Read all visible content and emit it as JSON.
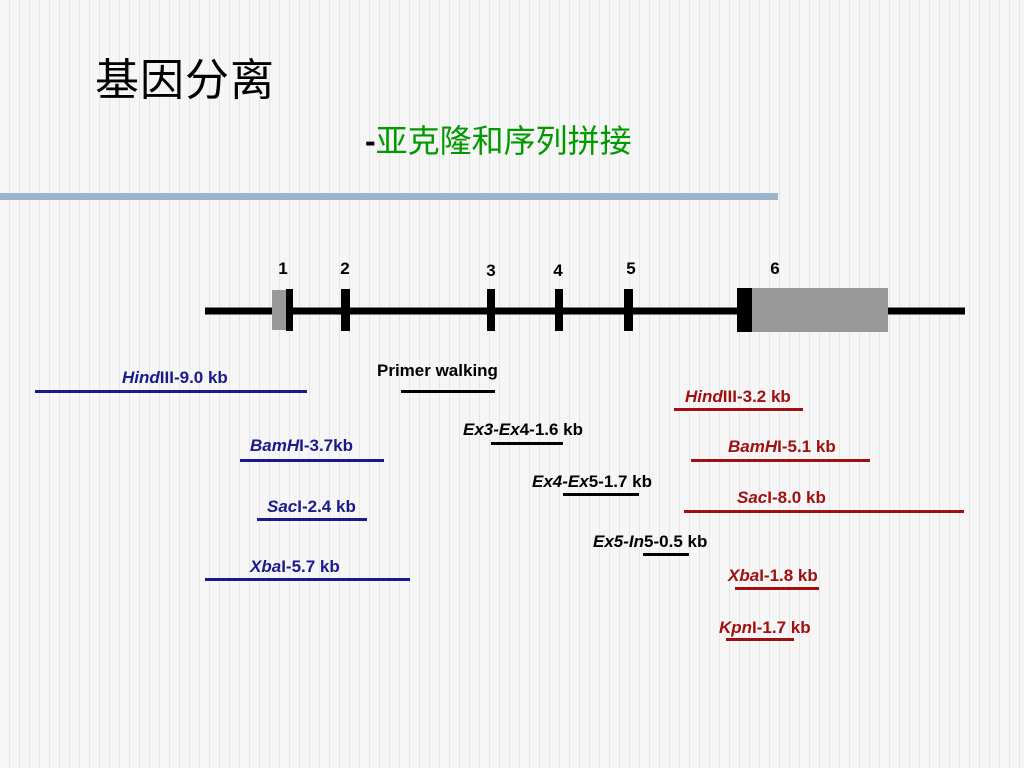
{
  "title": "基因分离",
  "subtitle": {
    "dash": "-",
    "text": "亚克隆和序列拼接"
  },
  "exons": [
    "1",
    "2",
    "3",
    "4",
    "5",
    "6"
  ],
  "fragments": {
    "hind_left": {
      "enzyme": "Hind",
      "rest": "III-9.0 kb"
    },
    "bam_left": {
      "enzyme": "BamH",
      "rest": "I-3.7kb"
    },
    "sac_left": {
      "enzyme": "Sac",
      "rest": "I-2.4 kb"
    },
    "xba_left": {
      "enzyme": "Xba",
      "rest": "I-5.7 kb"
    },
    "primer": {
      "text": "Primer walking"
    },
    "ex3_ex4": {
      "a": "Ex3-Ex",
      "b": "4-1.6 kb"
    },
    "ex4_ex5": {
      "a": "Ex4-Ex",
      "b": "5-1.7 kb"
    },
    "ex5_in5": {
      "a": "Ex5-In",
      "b": "5-0.5 kb"
    },
    "hind_right": {
      "enzyme": "Hind",
      "rest": "III-3.2 kb"
    },
    "bam_right": {
      "enzyme": "BamH",
      "rest": "I-5.1 kb"
    },
    "sac_right": {
      "enzyme": "Sac",
      "rest": "I-8.0 kb"
    },
    "xba_right": {
      "enzyme": "Xba",
      "rest": "I-1.8 kb"
    },
    "kpn_right": {
      "enzyme": "Kpn",
      "rest": "I-1.7 kb"
    }
  },
  "colors": {
    "title_rule": "#9cb3cc",
    "subtitle": "#009900",
    "left_fragments": "#1a1a8c",
    "right_fragments": "#a01010",
    "middle_fragments": "#000000",
    "utr_box": "#999999"
  }
}
